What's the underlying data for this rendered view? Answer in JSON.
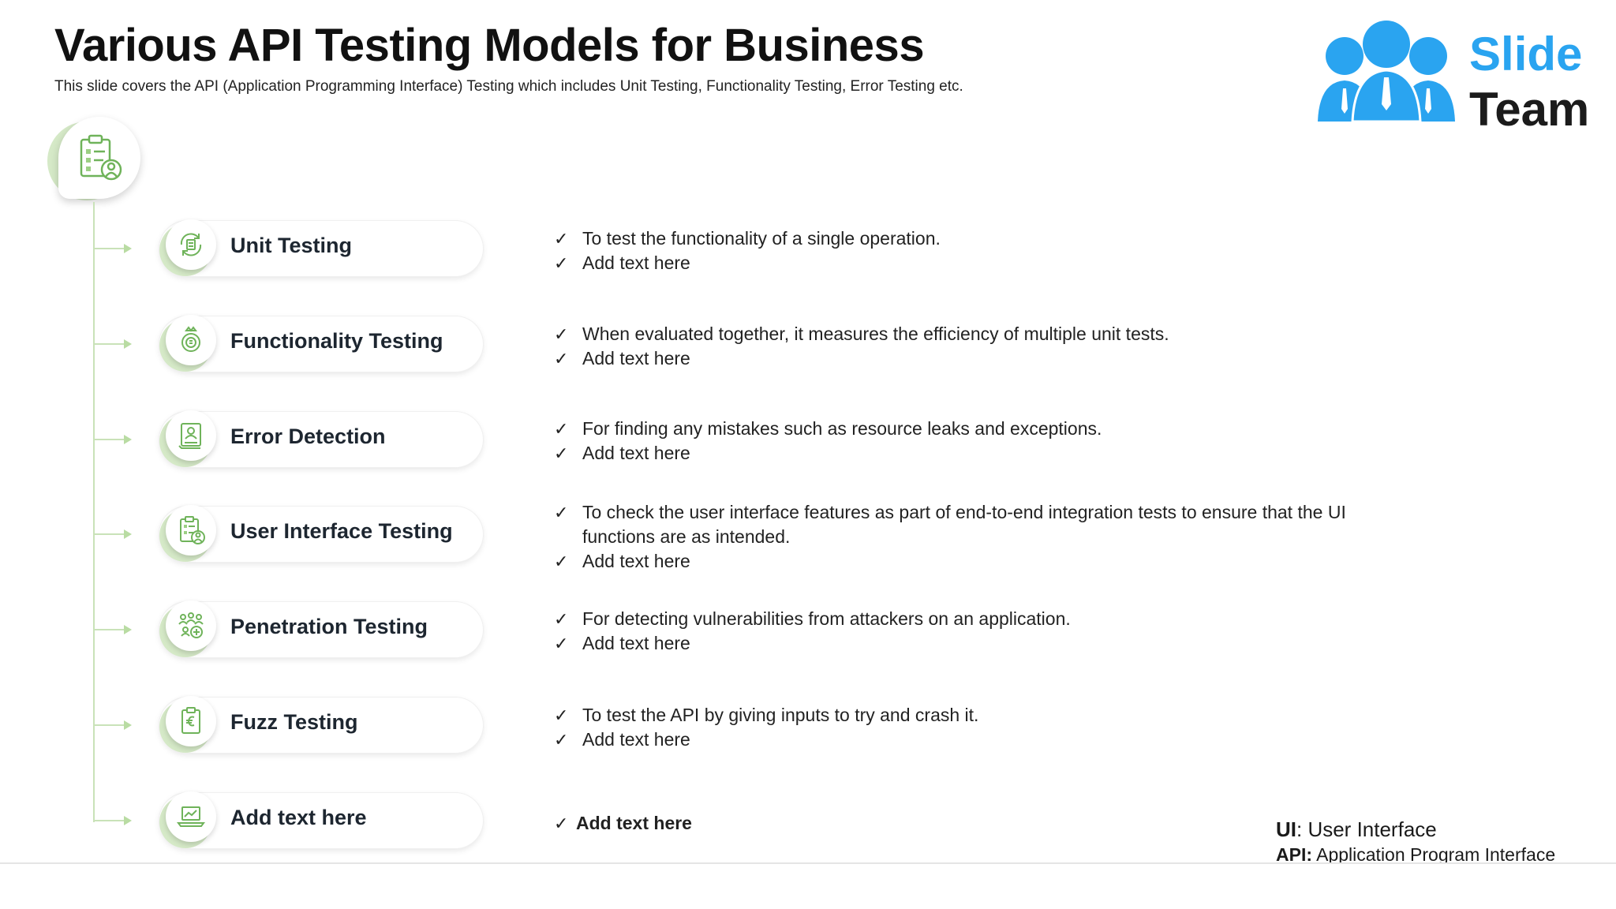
{
  "header": {
    "title": "Various API Testing Models for Business",
    "subtitle": "This slide covers the API (Application Programming Interface) Testing which includes Unit Testing, Functionality Testing, Error Testing etc."
  },
  "logo": {
    "word1": "Slide",
    "word2": "Team",
    "color_primary": "#2aa4f0",
    "color_secondary": "#1b1b1b"
  },
  "hub": {
    "icon": "clipboard-user-icon"
  },
  "accent_color": "#c9e2b8",
  "rows": [
    {
      "label": "Unit Testing",
      "icon": "cycle-doc-icon",
      "bullets": [
        "To test the functionality of a single operation.",
        "Add text here"
      ]
    },
    {
      "label": "Functionality Testing",
      "icon": "gear-coin-icon",
      "bullets": [
        "When evaluated together, it measures the efficiency of multiple unit tests.",
        "Add text here"
      ]
    },
    {
      "label": "Error Detection",
      "icon": "document-user-icon",
      "bullets": [
        "For finding any mistakes such as resource leaks and exceptions.",
        "Add text here"
      ]
    },
    {
      "label": "User Interface Testing",
      "icon": "checklist-person-icon",
      "bullets": [
        "To check the user interface features as part of end-to-end integration tests to ensure that the UI functions are as intended.",
        "Add text here"
      ]
    },
    {
      "label": "Penetration Testing",
      "icon": "people-network-icon",
      "bullets": [
        "For detecting vulnerabilities from attackers on an application.",
        "Add text here"
      ]
    },
    {
      "label": "Fuzz Testing",
      "icon": "clipboard-euro-icon",
      "bullets": [
        "To test the API by giving inputs to try and crash it.",
        "Add text here"
      ]
    },
    {
      "label": "Add text here",
      "icon": "laptop-chart-icon",
      "bullets": [
        "Add text here"
      ]
    }
  ],
  "check_mark": "✓",
  "notes": {
    "ui_abbr": "UI",
    "ui_full": ": User Interface",
    "api_abbr": "API:",
    "api_full": " Application Program Interface"
  }
}
